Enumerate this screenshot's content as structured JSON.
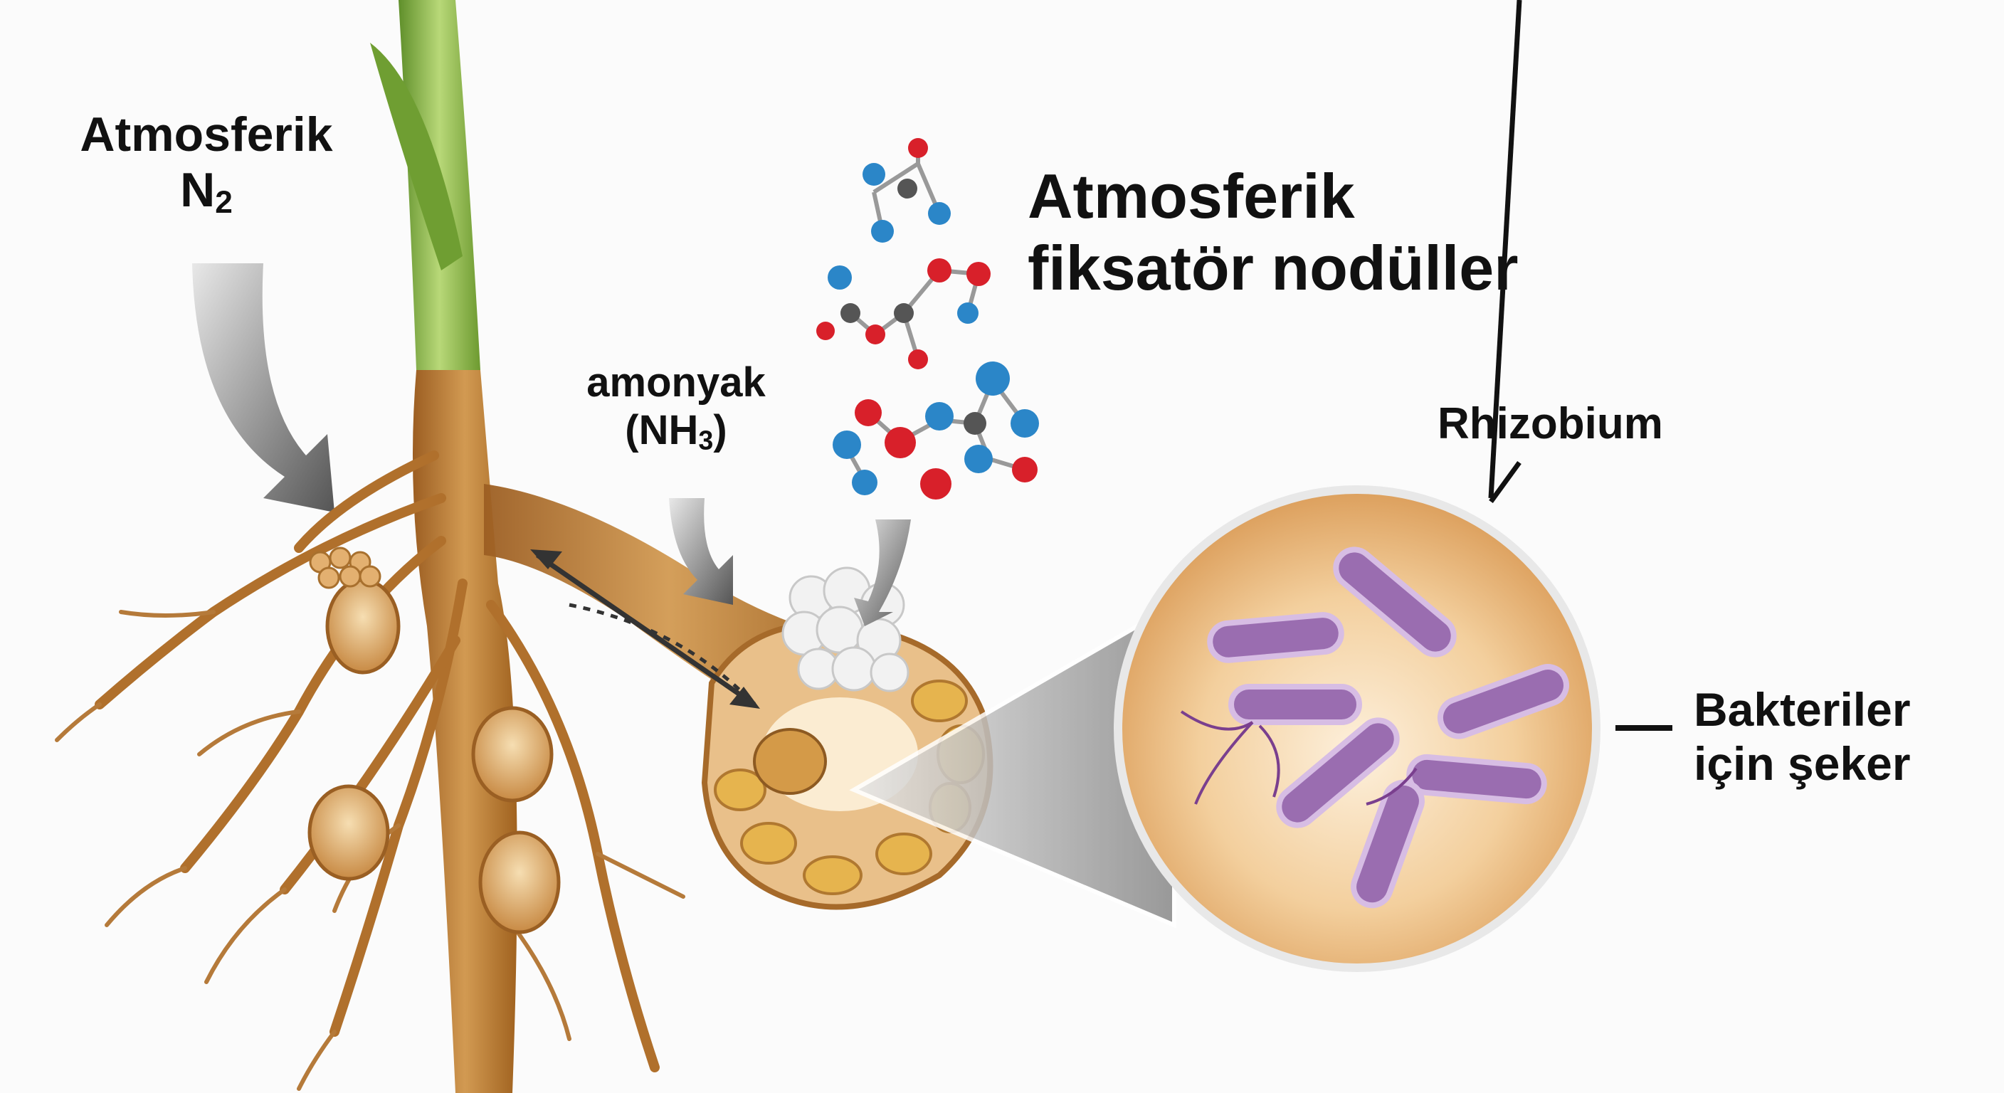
{
  "labels": {
    "atmospheric_n2_line1": "Atmosferik",
    "atmospheric_n2_line2": "N",
    "atmospheric_n2_sub": "2",
    "title_line1": "Atmosferik",
    "title_line2": "fiksatör nodüller",
    "ammonia_line1": "amonyak",
    "ammonia_line2_prefix": "(NH",
    "ammonia_line2_sub": "3",
    "ammonia_line2_suffix": ")",
    "rhizobium": "Rhizobium",
    "sugar_line1": "Bakteriler",
    "sugar_line2": "için şeker"
  },
  "colors": {
    "root": "#b9772f",
    "stem": "#7fae3a",
    "nodule": "#d9a45a",
    "bacteria": "#8a5a9e",
    "magnifier_bg": "#e8b77a",
    "atom_red": "#d8202a",
    "atom_blue": "#2b86c8",
    "atom_gray": "#555555"
  }
}
